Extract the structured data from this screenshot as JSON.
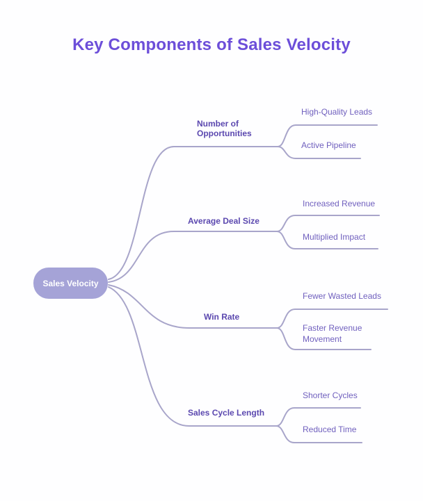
{
  "title": "Key Components of Sales Velocity",
  "root": {
    "label": "Sales Velocity"
  },
  "branches": [
    {
      "label": "Number of Opportunities",
      "children": [
        "High-Quality Leads",
        "Active Pipeline"
      ]
    },
    {
      "label": "Average Deal Size",
      "children": [
        "Increased Revenue",
        "Multiplied Impact"
      ]
    },
    {
      "label": "Win Rate",
      "children": [
        "Fewer Wasted Leads",
        "Faster Revenue Movement"
      ]
    },
    {
      "label": "Sales Cycle Length",
      "children": [
        "Shorter Cycles",
        "Reduced Time"
      ]
    }
  ],
  "colors": {
    "background": "#FEFEFF",
    "title_text": "#6C4ED9",
    "branch_label_text": "#5B48AF",
    "leaf_label_text": "#7060BE",
    "connector_line": "#A8A5CA",
    "root_node_fill": "#A5A3D7",
    "root_node_text": "#FFFFFF"
  }
}
